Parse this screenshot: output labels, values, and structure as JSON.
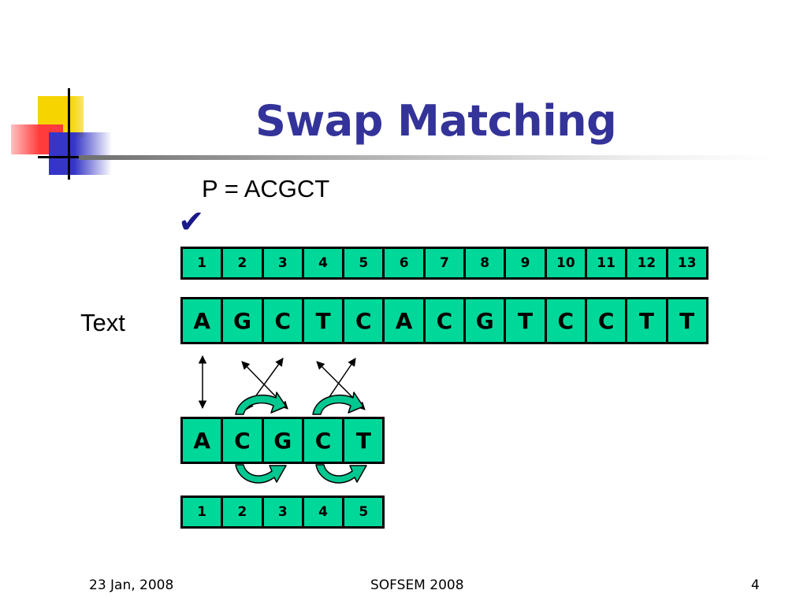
{
  "title": "Swap Matching",
  "pattern_label": "P = ACGCT",
  "check_mark": "✔",
  "text_label": "Text",
  "text_indices": [
    "1",
    "2",
    "3",
    "4",
    "5",
    "6",
    "7",
    "8",
    "9",
    "10",
    "11",
    "12",
    "13"
  ],
  "text_letters": [
    "A",
    "G",
    "C",
    "T",
    "C",
    "A",
    "C",
    "G",
    "T",
    "C",
    "C",
    "T",
    "T"
  ],
  "pattern_letters": [
    "A",
    "C",
    "G",
    "C",
    "T"
  ],
  "pattern_indices": [
    "1",
    "2",
    "3",
    "4",
    "5"
  ],
  "colors": {
    "title": "#333399",
    "cell": "#00d89a",
    "curved_arrow": "#00c890"
  },
  "footer": {
    "date": "23 Jan, 2008",
    "conference": "SOFSEM 2008",
    "page": "4"
  }
}
